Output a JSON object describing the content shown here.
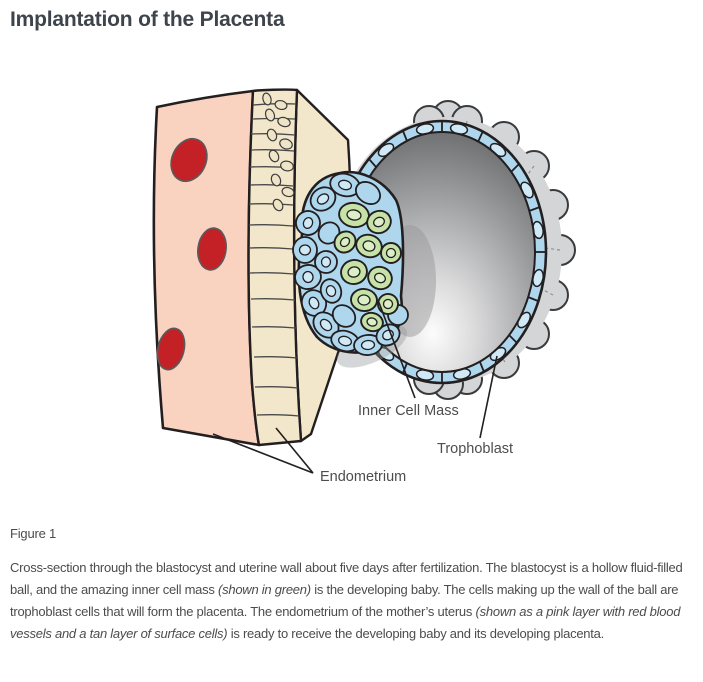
{
  "page": {
    "title": "Implantation of the Placenta"
  },
  "figure": {
    "label": "Figure 1",
    "diagram_labels": {
      "inner_cell_mass": "Inner Cell Mass",
      "trophoblast": "Trophoblast",
      "endometrium": "Endometrium"
    },
    "colors": {
      "endometrium_pink": "#f9d2c0",
      "blood_vessel_red": "#c42127",
      "surface_cell_tan": "#f3e7cb",
      "trophoblast_blue": "#aed7ee",
      "inner_cell_mass_green": "#c7e2a6",
      "blastocyst_shell_gray": "#d4d5d6",
      "outline_black": "#231f20",
      "label_text": "#4d4d4f"
    }
  },
  "caption": {
    "segments": [
      {
        "text": "Cross-section through the blastocyst and uterine wall about five days after fertilization. The blastocyst is a hollow fluid-filled ball, and the amazing inner cell mass ",
        "style": "normal"
      },
      {
        "text": "(shown in green)",
        "style": "italic"
      },
      {
        "text": " is the developing baby. The cells making up the wall of the ball are trophoblast cells that will form the placenta. The endometrium of the mother’s uterus ",
        "style": "normal"
      },
      {
        "text": "(shown as a pink layer with red blood vessels and a tan layer of surface cells)",
        "style": "italic"
      },
      {
        "text": " is ready to receive the developing baby and its developing placenta.",
        "style": "normal"
      }
    ]
  }
}
